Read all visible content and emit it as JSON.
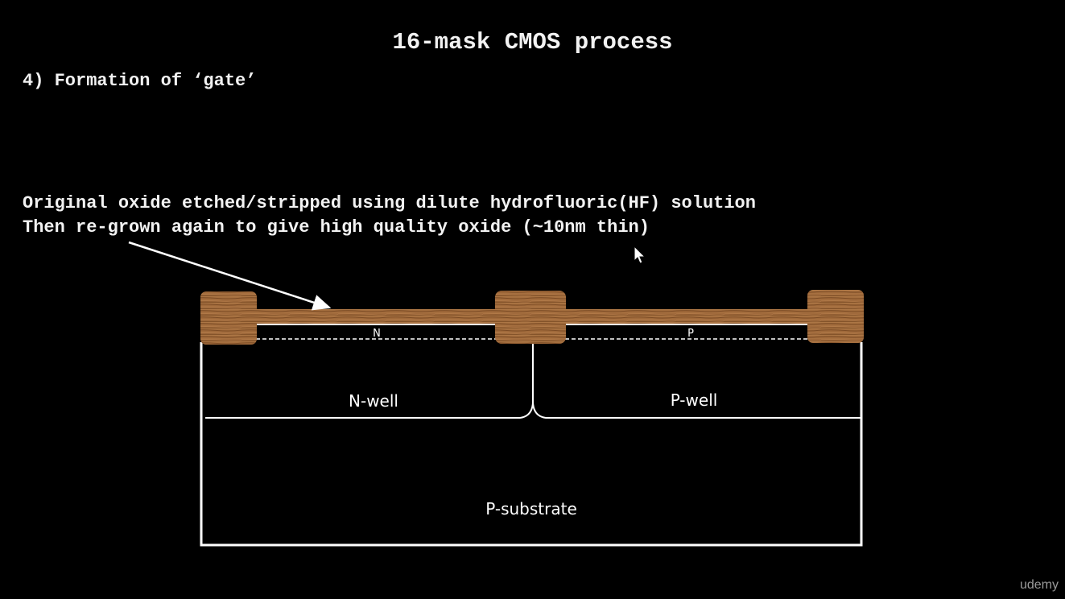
{
  "slide": {
    "title": "16-mask CMOS process",
    "subtitle": "4) Formation of ‘gate’",
    "note_lines": [
      "Original oxide etched/stripped using dilute hydrofluoric(HF) solution",
      "Then re-grown again to give high quality oxide (~10nm thin)"
    ]
  },
  "diagram": {
    "labels": {
      "n_active": "N",
      "p_active": "P",
      "n_well": "N-well",
      "p_well": "P-well",
      "substrate": "P-substrate"
    },
    "colors": {
      "oxide": "#a06a3c",
      "oxide_grain": "#7a4a24",
      "outline": "#ffffff",
      "background": "#000000"
    }
  },
  "watermark": "udemy"
}
